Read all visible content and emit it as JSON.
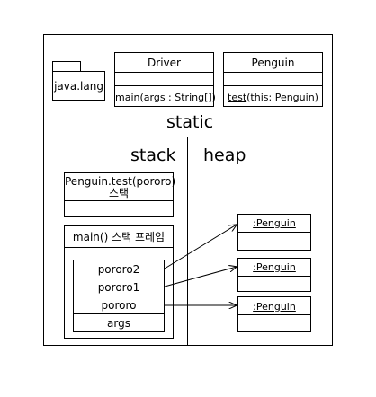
{
  "static_area": {
    "label": "static",
    "package": {
      "label": "java.lang"
    },
    "driver_class": {
      "name": "Driver",
      "method": "main(args : String[])"
    },
    "penguin_class": {
      "name": "Penguin",
      "method_name": "test",
      "method_params": "(this: Penguin)"
    }
  },
  "stack_area": {
    "label": "stack",
    "test_frame": {
      "line1": "Penguin.test(pororo)",
      "line2": "스택"
    },
    "main_frame": {
      "title": "main() 스택 프레임",
      "variables": [
        "pororo2",
        "pororo1",
        "pororo",
        "args"
      ]
    }
  },
  "heap_area": {
    "label": "heap",
    "objects": [
      ":Penguin",
      ":Penguin",
      ":Penguin"
    ]
  }
}
